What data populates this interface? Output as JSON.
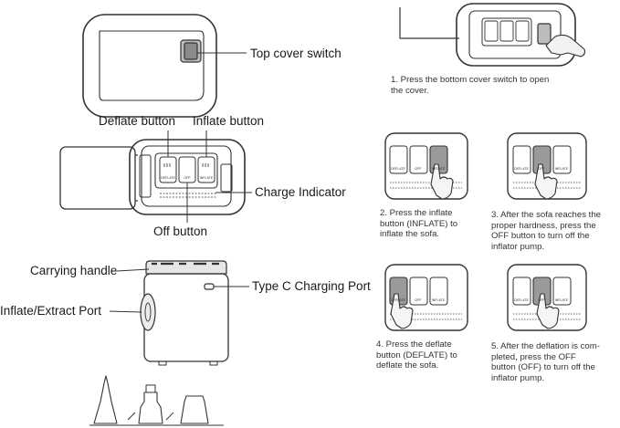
{
  "labels": {
    "top_cover_switch": "Top cover switch",
    "deflate_button": "Deflate button",
    "inflate_button": "Inflate button",
    "charge_indicator": "Charge Indicator",
    "off_button": "Off button",
    "carrying_handle": "Carrying handle",
    "type_c_port": "Type C Charging Port",
    "inflate_extract_port": "Inflate/Extract Port"
  },
  "button_faces": {
    "deflate": "DEFLATE",
    "off": "OFF",
    "inflate": "INFLATE"
  },
  "steps": [
    {
      "lines": [
        "1. Press the bottom cover switch to open",
        "the cover."
      ]
    },
    {
      "lines": [
        "2. Press the inflate",
        "button (INFLATE) to",
        "inflate the sofa."
      ]
    },
    {
      "lines": [
        "3. After the sofa reaches the",
        "proper hardness, press the",
        "OFF button to turn off the",
        "inflator pump."
      ]
    },
    {
      "lines": [
        "4. Press the deflate",
        "button (DEFLATE) to",
        "deflate the sofa."
      ]
    },
    {
      "lines": [
        "5. After the deflation is com-",
        "pleted, press the OFF",
        "button (OFF) to turn off the",
        "inflator pump."
      ]
    }
  ],
  "colors": {
    "line": "#333333",
    "fill_light": "#f2f2f2",
    "fill_dark": "#9a9a9a"
  }
}
